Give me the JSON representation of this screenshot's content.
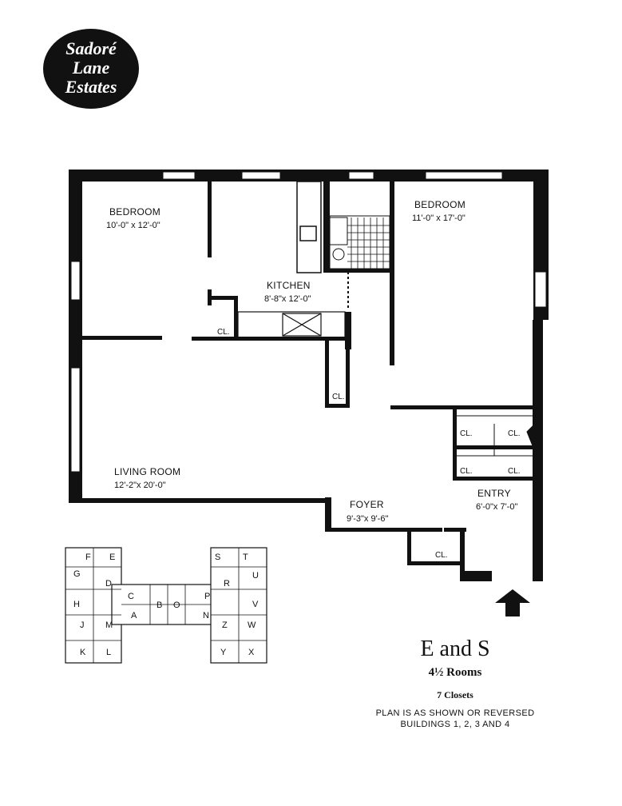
{
  "logo": {
    "line1": "Sadoré",
    "line2": "Lane",
    "line3": "Estates"
  },
  "rooms": {
    "bedroom1": {
      "label": "BEDROOM",
      "dims": "10'-0\" x 12'-0\""
    },
    "bedroom2": {
      "label": "BEDROOM",
      "dims": "11'-0\" x 17'-0\""
    },
    "kitchen": {
      "label": "KITCHEN",
      "dims": "8'-8\"x 12'-0\""
    },
    "living": {
      "label": "LIVING ROOM",
      "dims": "12'-2\"x 20'-0\""
    },
    "foyer": {
      "label": "FOYER",
      "dims": "9'-3\"x 9'-6\""
    },
    "entry": {
      "label": "ENTRY",
      "dims": "6'-0\"x 7'-0\""
    },
    "closet_label": "CL."
  },
  "key_plan": {
    "units": [
      "F",
      "E",
      "S",
      "T",
      "G",
      "D",
      "R",
      "U",
      "C",
      "P",
      "H",
      "B",
      "O",
      "V",
      "A",
      "N",
      "J",
      "M",
      "Z",
      "W",
      "K",
      "L",
      "Y",
      "X"
    ]
  },
  "caption": {
    "title": "E and S",
    "rooms": "4½ Rooms",
    "closets": "7 Closets",
    "note_line1": "PLAN IS AS SHOWN OR REVERSED",
    "note_line2": "BUILDINGS 1, 2, 3 AND 4"
  }
}
